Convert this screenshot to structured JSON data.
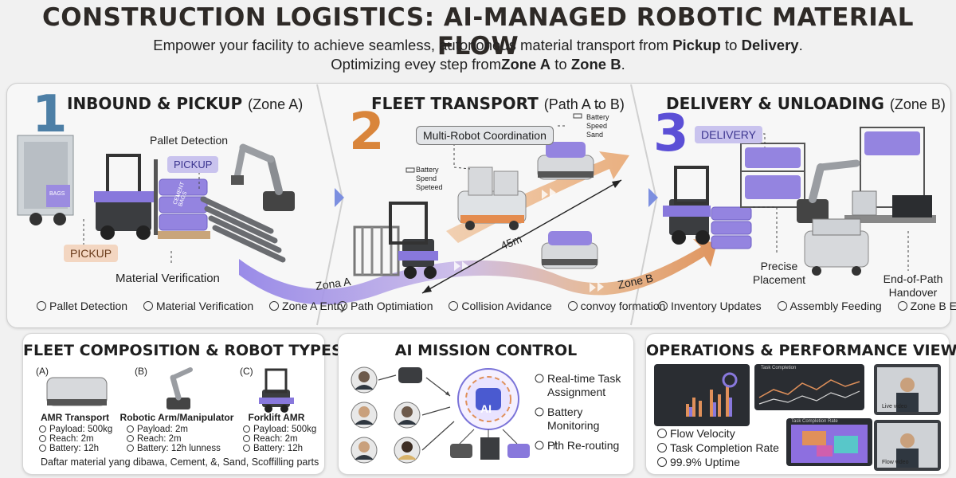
{
  "header": {
    "title": "CONSTRUCTION LOGISTICS: AI-MANAGED ROBOTIC MATERIAL FLOW",
    "subtitle_line1": {
      "pre": "Empower your facility to achieve seamless, autononous material transport from ",
      "b1": "Pickup",
      "mid": " to ",
      "b2": "Delivery",
      "post": "."
    },
    "subtitle_line2": {
      "pre": "Optimizing evey step from",
      "b1": "Zone A",
      "mid": " to ",
      "b2": "Zone B",
      "post": "."
    }
  },
  "stages": [
    {
      "number": "1",
      "title": "INBOUND & PICKUP",
      "zone": "(Zone A)",
      "labels": {
        "pallet_detection": "Pallet Detection",
        "pickup_tag": "PICKUP",
        "pickup_tag2": "PICKUP",
        "material_verification": "Material Verification",
        "bags": "CEMENT BAGS",
        "truck_bags": "BAGS"
      },
      "checks": [
        "Pallet Detection",
        "Material Verification",
        "Zone A Entry"
      ]
    },
    {
      "number": "2",
      "title": "FLEET TRANSPORT",
      "zone": "(Path A t̵o B)",
      "labels": {
        "coordination": "Multi-Robot Coordination",
        "status1": [
          "Battery",
          "Spend",
          "Speteed"
        ],
        "status2": [
          "Battery",
          "Speed",
          "Sand"
        ],
        "distance": "45m",
        "zone_a": "Zona A",
        "zone_b": "Zone B"
      },
      "checks": [
        "Path Optimiation",
        "Collision Avidance",
        "convoy formation"
      ]
    },
    {
      "number": "3",
      "title": "DELIVERY & UNLOADING",
      "zone": "(Zone B)",
      "labels": {
        "delivery_tag": "DELIVERY",
        "precise": "Precise Placement",
        "handover": "End-of-Path Handover"
      },
      "checks": [
        "Inventory Updates",
        "Assembly Feeding",
        "Zone B Eit"
      ]
    }
  ],
  "fleet": {
    "title": "FLEET COMPOSITION & ROBOT TYPES",
    "types": [
      {
        "letter": "(A)",
        "name": "AMR Transport",
        "specs": [
          "Payload: 500kg",
          "Reach: 2m",
          "Battery: 12h"
        ]
      },
      {
        "letter": "(B)",
        "name": "Robotic Arm/Manipulator",
        "specs": [
          "Payload: 2m",
          "Reach: 2m",
          "Battery: 12h lunness"
        ]
      },
      {
        "letter": "(C)",
        "name": "Forklift AMR",
        "specs": [
          "Payload: 500kg",
          "Reach: 2m",
          "Battery: 12h"
        ]
      }
    ],
    "footer": "Daftar material yang dibawa, Cement, &, Sand, Scoffilling parts"
  },
  "mission": {
    "title": "AI MISSION CONTROL",
    "ai_label": "AI",
    "features": [
      "Real-time Task Assignment",
      "Battery Monitoring",
      "P̸th Re-routing"
    ]
  },
  "ops": {
    "title": "OPERATIONS & PERFORMANCE VIEW",
    "metrics": [
      "Flow Velocity",
      "Task Completion Rate",
      "99.9% Uptime"
    ],
    "screens": {
      "chart_label": "Task Completion",
      "heat_label": "Task Completion Rate",
      "video1": "Live video",
      "video2": "Flow video"
    }
  },
  "colors": {
    "accent_purple": "#8a78e0",
    "stage1_blue": "#4d7fa6",
    "stage2_orange": "#d9853b",
    "stage3_purple": "#5b4fd6",
    "path_orange": "#e0905a"
  }
}
